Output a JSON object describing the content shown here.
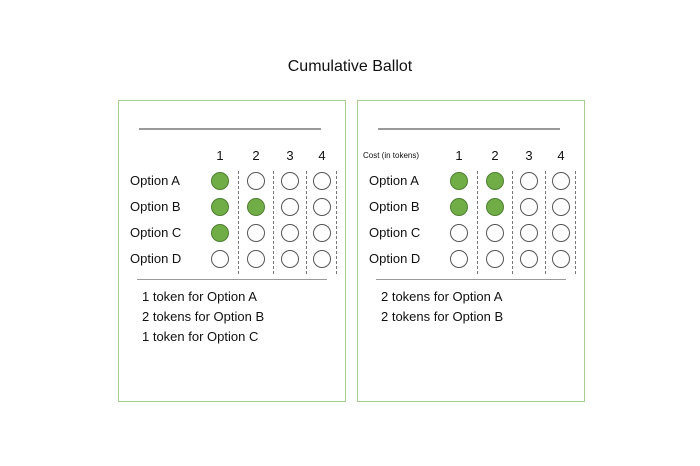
{
  "title": "Cumulative Ballot",
  "column_headers": [
    "1",
    "2",
    "3",
    "4"
  ],
  "options": [
    "Option A",
    "Option B",
    "Option C",
    "Option D"
  ],
  "ballots": [
    {
      "cost_label": "",
      "marks": [
        [
          true,
          false,
          false,
          false
        ],
        [
          true,
          true,
          false,
          false
        ],
        [
          true,
          false,
          false,
          false
        ],
        [
          false,
          false,
          false,
          false
        ]
      ],
      "summary": [
        "1 token for Option A",
        "2 tokens for Option B",
        "1 token for Option C"
      ]
    },
    {
      "cost_label": "Cost (in tokens)",
      "marks": [
        [
          true,
          true,
          false,
          false
        ],
        [
          true,
          true,
          false,
          false
        ],
        [
          false,
          false,
          false,
          false
        ],
        [
          false,
          false,
          false,
          false
        ]
      ],
      "summary": [
        "2 tokens for Option A",
        "2 tokens for Option B"
      ]
    }
  ],
  "colors": {
    "filled_bubble": "#70ad47",
    "ballot_border": "#a9cf8f"
  }
}
